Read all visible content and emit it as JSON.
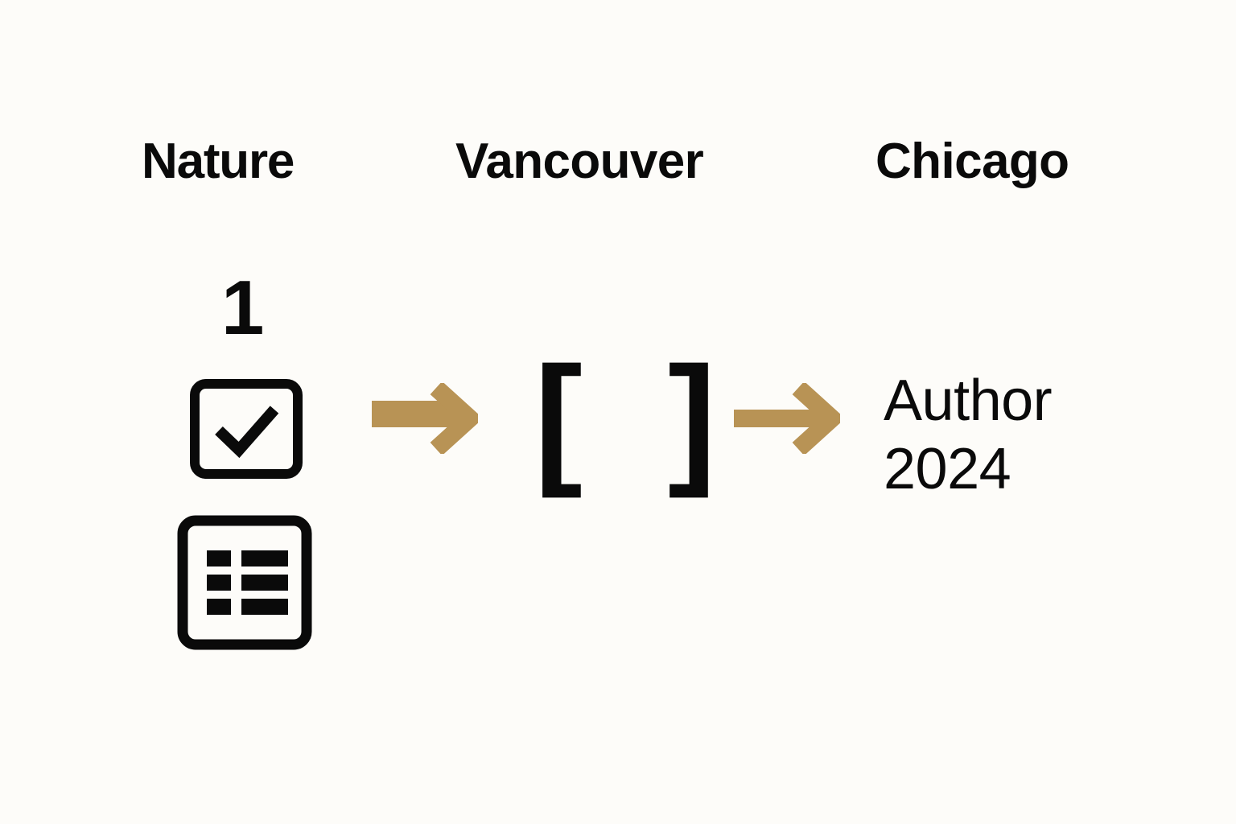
{
  "page": {
    "background_color": "#FDFCF9",
    "text_color": "#0A0A0A",
    "accent_color": "#B89355"
  },
  "columns": [
    {
      "heading": "Nature",
      "cite_number": "1",
      "icons": [
        "checkbox-checked-icon",
        "reference-list-icon"
      ]
    },
    {
      "heading": "Vancouver",
      "bracket_marker": "[  ]"
    },
    {
      "heading": "Chicago",
      "author": "Author",
      "year": "2024"
    }
  ],
  "arrows": [
    {
      "name": "arrow-right-1",
      "color": "#B89355"
    },
    {
      "name": "arrow-right-2",
      "color": "#B89355"
    }
  ]
}
